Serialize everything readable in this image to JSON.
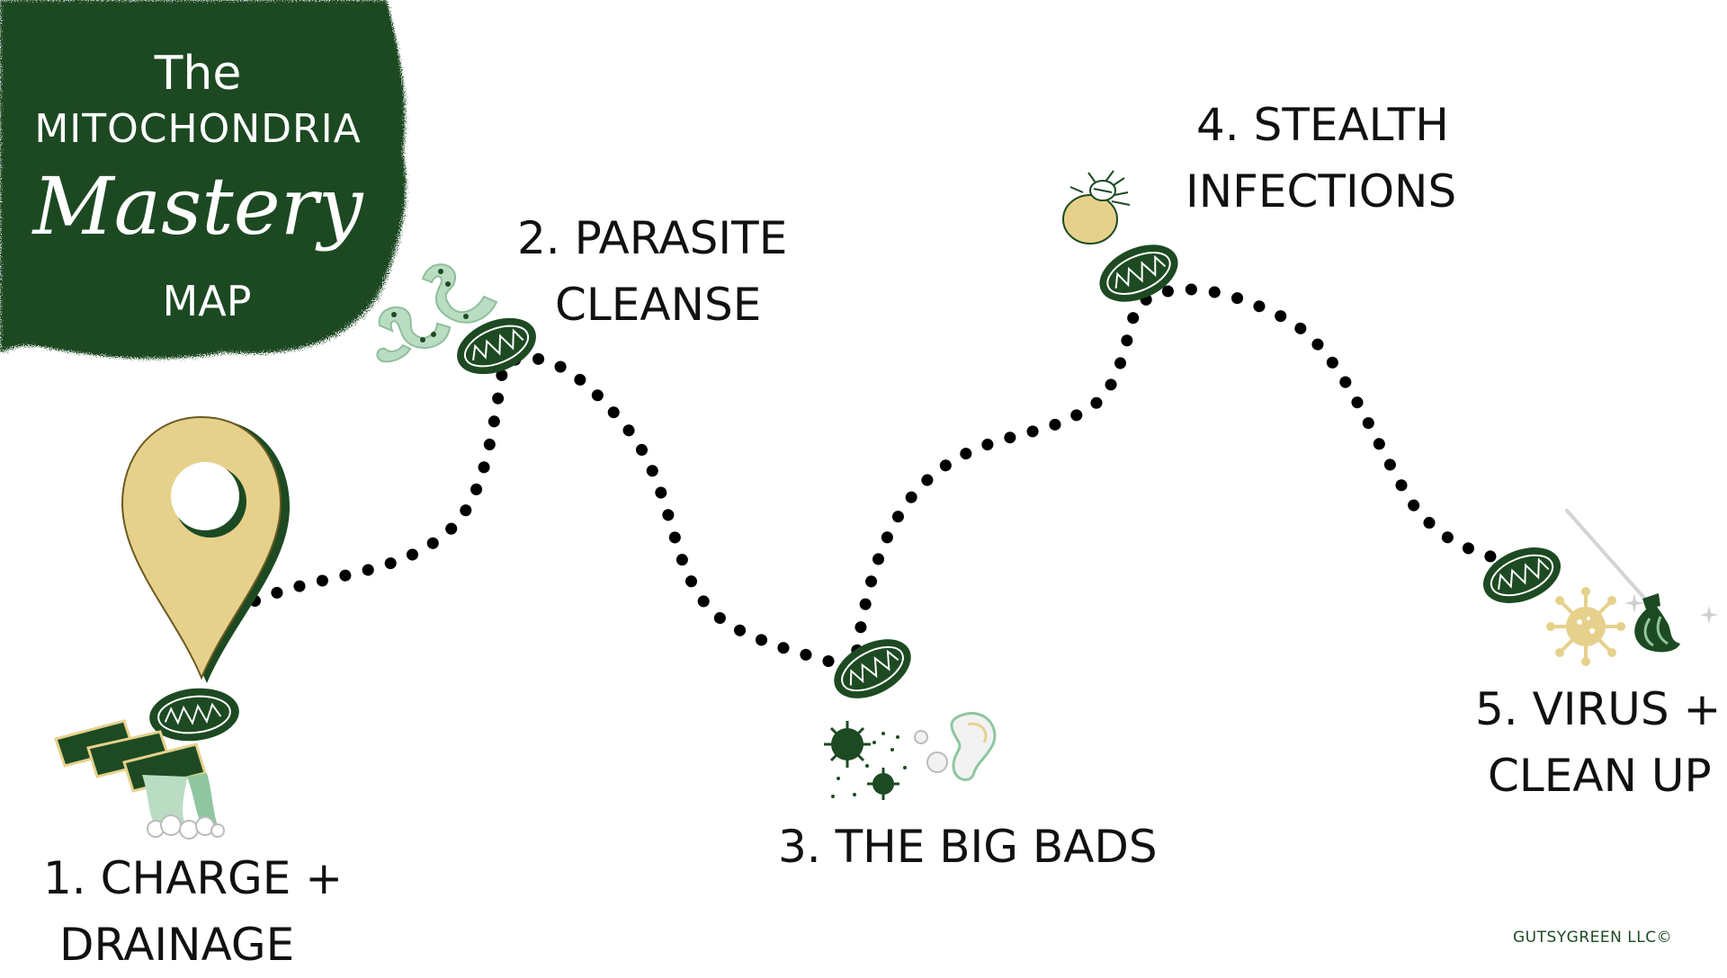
{
  "title": {
    "line1": "The",
    "line2": "MITOCHONDRIA",
    "line3": "Mastery",
    "line4": "MAP"
  },
  "steps": [
    {
      "line1": "1. CHARGE +",
      "line2": "DRAINAGE"
    },
    {
      "line1": "2. PARASITE",
      "line2": "CLEANSE"
    },
    {
      "line1": "3. THE BIG BADS",
      "line2": ""
    },
    {
      "line1": "4. STEALTH",
      "line2": "INFECTIONS"
    },
    {
      "line1": "5. VIRUS +",
      "line2": "CLEAN UP"
    }
  ],
  "credit": "GUTSYGREEN LLC©",
  "colors": {
    "forest_green": "#1d4a22",
    "gold": "#e6d18c",
    "mint": "#b9dcc3",
    "dots": "#000000",
    "background": "#ffffff"
  },
  "icons": [
    "map-pin-icon",
    "mitochondria-icon",
    "drainage-pipes-icon",
    "parasite-worm-icon",
    "bacteria-icon",
    "mold-spore-icon",
    "tick-icon",
    "virus-icon",
    "mop-icon",
    "sparkle-icon"
  ]
}
